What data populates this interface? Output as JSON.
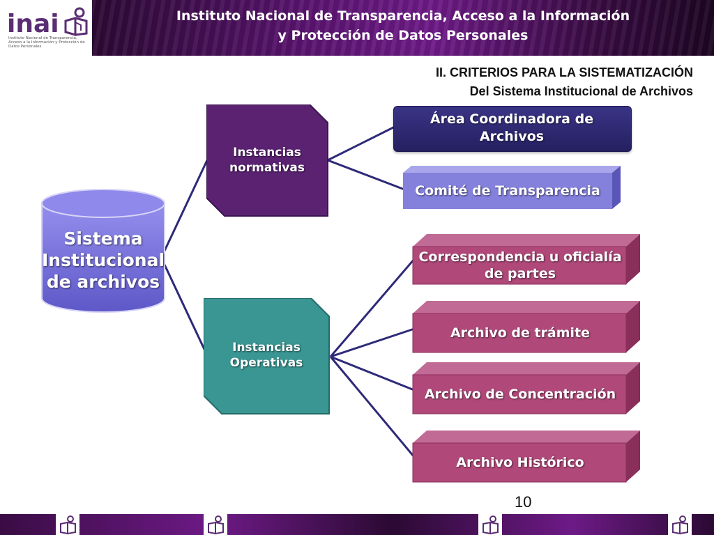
{
  "header": {
    "logo_text": "inai",
    "logo_subtext": "Instituto Nacional de Transparencia, Acceso a la Información y Protección de Datos Personales",
    "title_line1": "Instituto Nacional de Transparencia, Acceso a la Información",
    "title_line2": "y Protección de Datos Personales"
  },
  "subtitle": {
    "line1": "II. CRITERIOS PARA LA SISTEMATIZACIÓN",
    "line2": "Del Sistema Institucional de Archivos"
  },
  "diagram": {
    "root": "Sistema Institucional de archivos",
    "normativas": {
      "label": "Instancias normativas",
      "children": [
        "Área Coordinadora de Archivos",
        "Comité de Transparencia"
      ]
    },
    "operativas": {
      "label": "Instancias Operativas",
      "children": [
        "Correspondencia u oficialía de partes",
        "Archivo de trámite",
        "Archivo de Concentración",
        "Archivo Histórico"
      ]
    }
  },
  "page_number": "10",
  "colors": {
    "purple": "#5b2272",
    "teal": "#3a9693",
    "navy": "#2d2668",
    "periwinkle": "#7f7cd8",
    "magenta": "#b0497a",
    "connector": "#2e2a78"
  },
  "icons": [
    "inai-logo-icon",
    "footer-logo-icon"
  ]
}
